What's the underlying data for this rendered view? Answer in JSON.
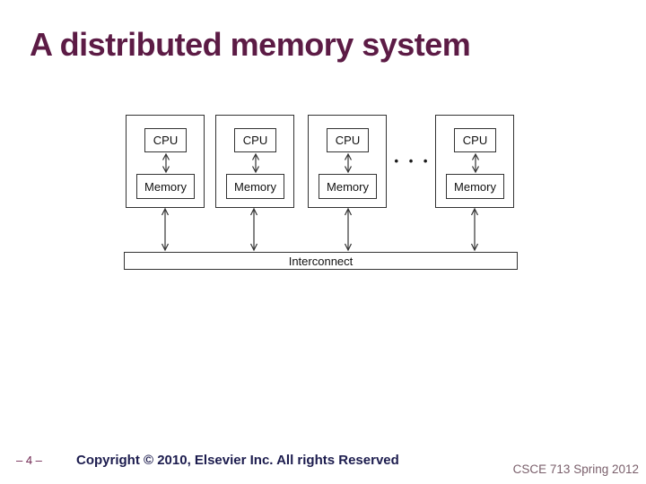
{
  "slide": {
    "title": "A distributed memory system",
    "page_number": "– 4 –",
    "copyright": "Copyright © 2010, Elsevier Inc. All rights Reserved",
    "course": "CSCE 713 Spring 2012"
  },
  "diagram": {
    "nodes": [
      {
        "cpu": "CPU",
        "memory": "Memory"
      },
      {
        "cpu": "CPU",
        "memory": "Memory"
      },
      {
        "cpu": "CPU",
        "memory": "Memory"
      },
      {
        "cpu": "CPU",
        "memory": "Memory"
      }
    ],
    "ellipsis": "• • •",
    "interconnect_label": "Interconnect"
  },
  "colors": {
    "background": "#ffffff",
    "title_text": "#5c1b45",
    "page_number_text": "#6f2551",
    "copyright_text": "#1c1c4e",
    "course_text": "#7a5f6b",
    "diagram_lines": "#333333"
  }
}
